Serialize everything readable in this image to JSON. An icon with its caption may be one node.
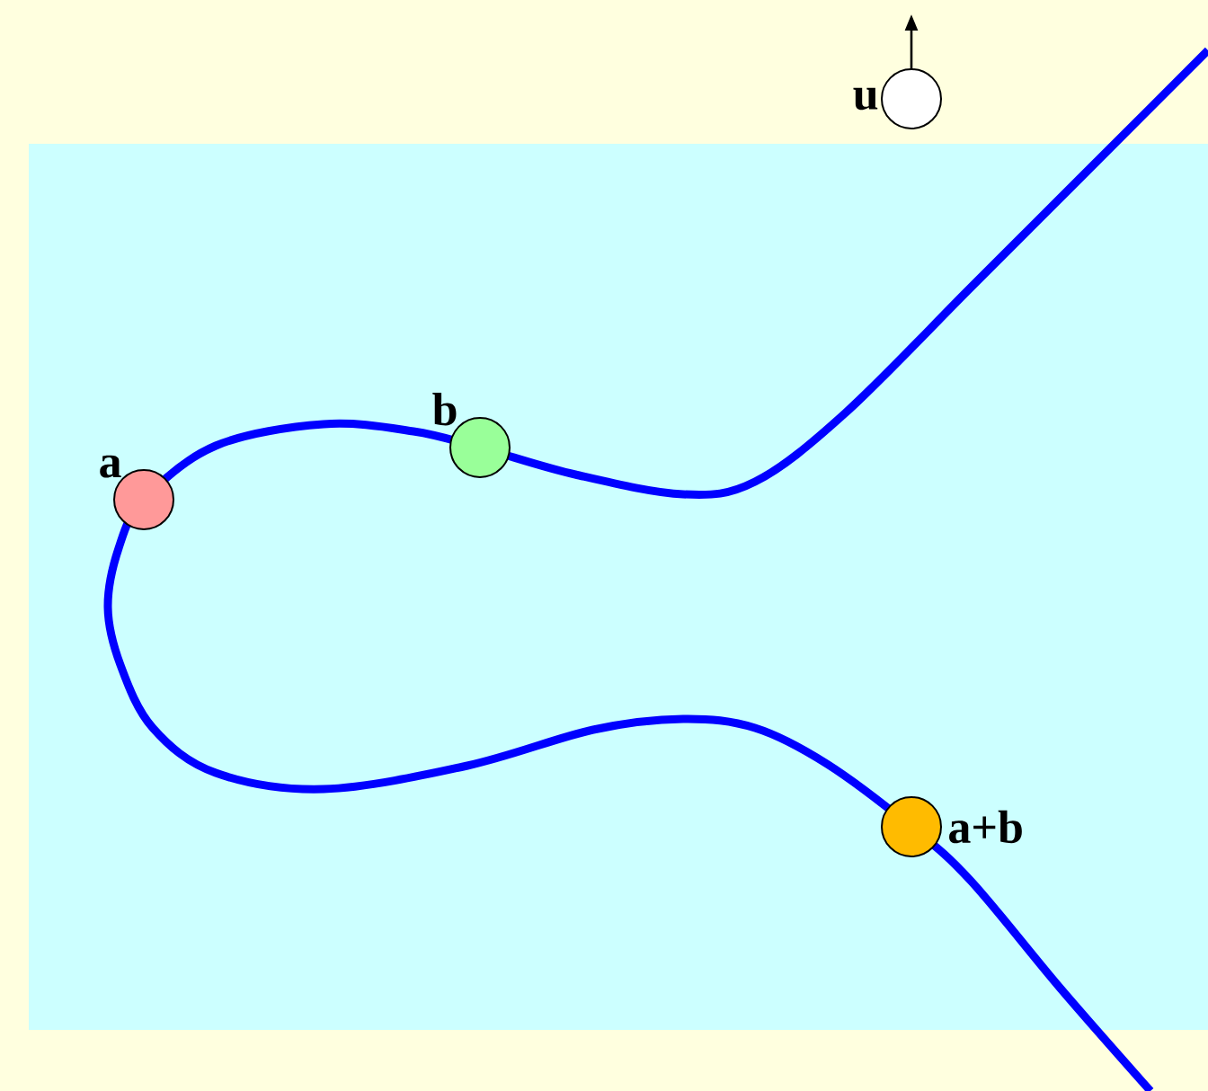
{
  "diagram": {
    "nodes": [
      {
        "text": [],
        "shape": "circle",
        "beside": [
          "u"
        ]
      },
      {
        "text": [],
        "shape": "circle",
        "beside": [
          "a"
        ]
      },
      {
        "text": [],
        "shape": "circle",
        "beside": [
          "b"
        ]
      },
      {
        "text": [],
        "shape": "circle",
        "beside": [
          "a+b"
        ]
      }
    ]
  }
}
